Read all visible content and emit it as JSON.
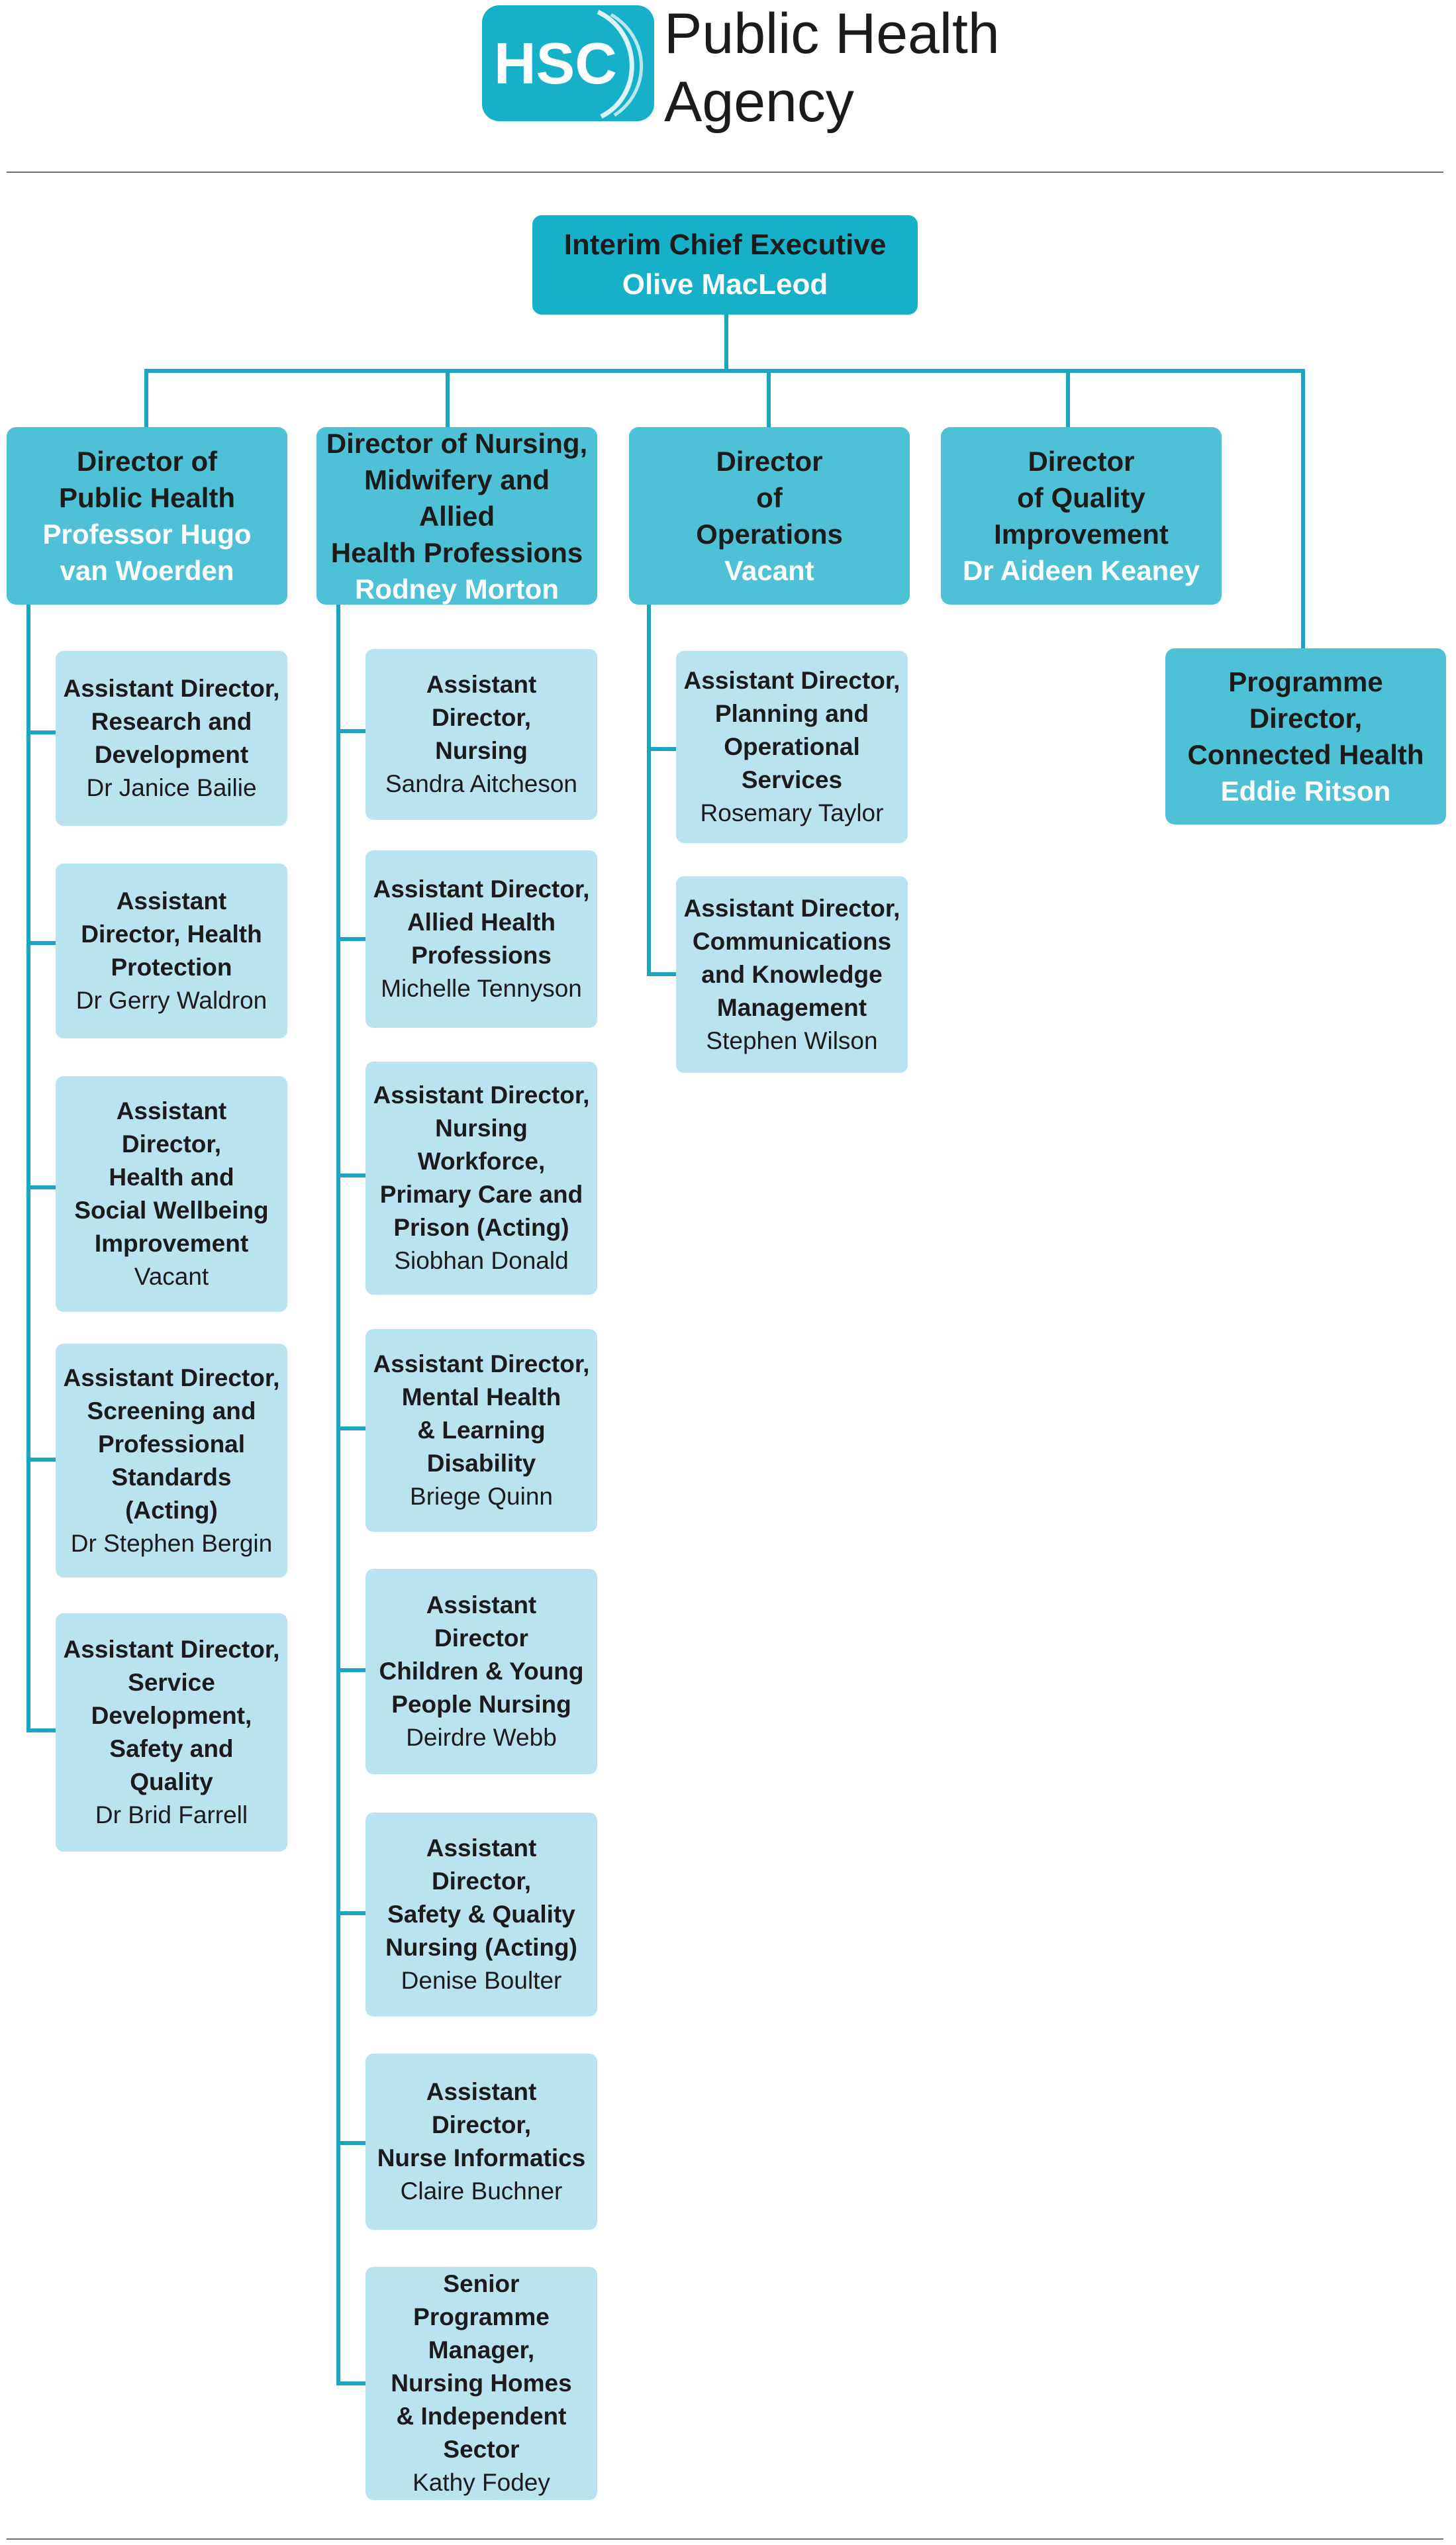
{
  "logo": {
    "mark_text": "HSC",
    "agency_name": "Public Health\nAgency",
    "color": "#17b0c9"
  },
  "colors": {
    "line": "#1aa6c0",
    "ceo": "#17b0c9",
    "director": "#4fc1d7",
    "assistant": "#b8e3ef"
  },
  "ceo": {
    "title": "Interim Chief Executive",
    "name": "Olive MacLeod"
  },
  "directors": [
    {
      "title": "Director of\nPublic Health",
      "name": "Professor Hugo\nvan Woerden",
      "reports": [
        {
          "title": "Assistant Director,\nResearch and\nDevelopment",
          "name": "Dr Janice Bailie"
        },
        {
          "title": "Assistant\nDirector, Health\nProtection",
          "name": "Dr Gerry Waldron"
        },
        {
          "title": "Assistant\nDirector,\nHealth and\nSocial Wellbeing\nImprovement",
          "name": "Vacant"
        },
        {
          "title": "Assistant Director,\nScreening and\nProfessional\nStandards\n(Acting)",
          "name": "Dr Stephen Bergin"
        },
        {
          "title": "Assistant Director,\nService\nDevelopment,\nSafety and\nQuality",
          "name": "Dr Brid Farrell"
        }
      ]
    },
    {
      "title": "Director of Nursing,\nMidwifery and Allied\nHealth Professions",
      "name": "Rodney Morton",
      "reports": [
        {
          "title": "Assistant\nDirector,\nNursing",
          "name": "Sandra Aitcheson"
        },
        {
          "title": "Assistant Director,\nAllied Health\nProfessions",
          "name": "Michelle Tennyson"
        },
        {
          "title": "Assistant Director,\nNursing\nWorkforce,\nPrimary Care and\nPrison (Acting)",
          "name": "Siobhan Donald"
        },
        {
          "title": "Assistant Director,\nMental Health\n& Learning\nDisability",
          "name": "Briege Quinn"
        },
        {
          "title": "Assistant\nDirector\nChildren & Young\nPeople Nursing",
          "name": "Deirdre Webb"
        },
        {
          "title": "Assistant\nDirector,\nSafety & Quality\nNursing (Acting)",
          "name": "Denise Boulter"
        },
        {
          "title": "Assistant\nDirector,\nNurse Informatics",
          "name": "Claire Buchner"
        },
        {
          "title": "Senior Programme\nManager,\nNursing Homes\n& Independent\nSector",
          "name": "Kathy Fodey"
        }
      ]
    },
    {
      "title": "Director\nof\nOperations",
      "name": "Vacant",
      "reports": [
        {
          "title": "Assistant Director,\nPlanning and\nOperational\nServices",
          "name": "Rosemary Taylor"
        },
        {
          "title": "Assistant Director,\nCommunications\nand Knowledge\nManagement",
          "name": "Stephen Wilson"
        }
      ]
    },
    {
      "title": "Director\nof Quality\nImprovement",
      "name": "Dr Aideen Keaney",
      "reports": []
    }
  ],
  "programme_director": {
    "title": "Programme\nDirector,\nConnected Health",
    "name": "Eddie Ritson"
  }
}
